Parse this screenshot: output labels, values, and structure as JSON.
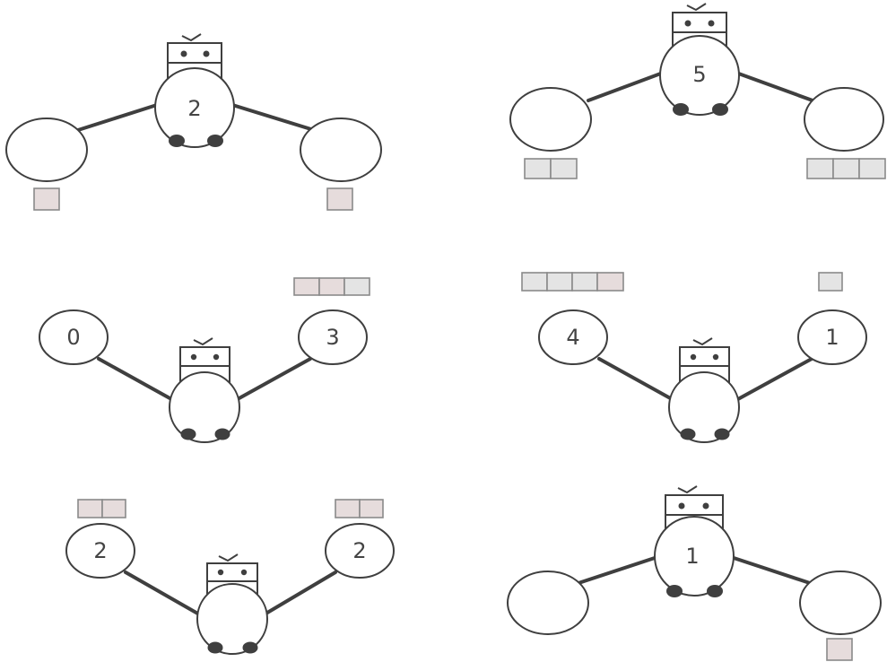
{
  "diagrams": [
    {
      "id": "bond-1",
      "whole": "2",
      "left": "",
      "right": "",
      "left_cubes": 1,
      "right_cubes": 1
    },
    {
      "id": "bond-2",
      "whole": "5",
      "left": "",
      "right": "",
      "left_cubes": 2,
      "right_cubes": 3
    },
    {
      "id": "bond-3",
      "whole": "",
      "left": "0",
      "right": "3",
      "left_cubes": 0,
      "right_cubes": 3
    },
    {
      "id": "bond-4",
      "whole": "",
      "left": "4",
      "right": "1",
      "left_cubes": 4,
      "right_cubes": 1
    },
    {
      "id": "bond-5",
      "whole": "",
      "left": "2",
      "right": "2",
      "left_cubes": 2,
      "right_cubes": 2
    },
    {
      "id": "bond-6",
      "whole": "1",
      "left": "",
      "right": "",
      "left_cubes": 0,
      "right_cubes": 1
    }
  ],
  "colors": {
    "line": "#3f3f3f",
    "cube_fill": "#e4e4e4",
    "cube_fill_pink": "#e6dcdc"
  }
}
